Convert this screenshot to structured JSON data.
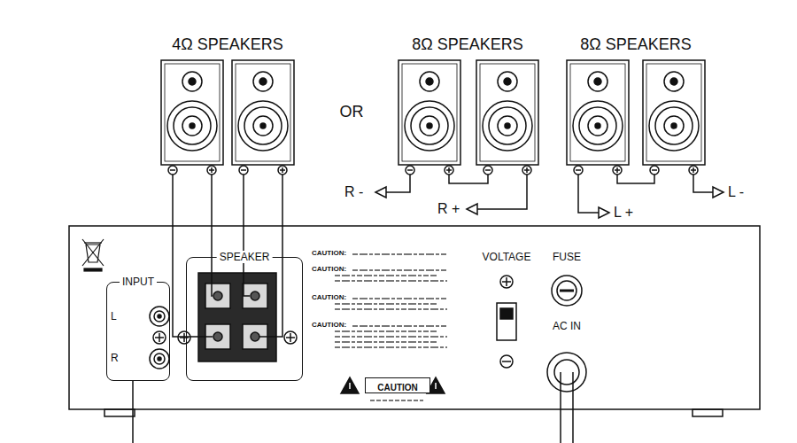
{
  "diagram": {
    "nodes": [
      {
        "text": [
          "INPUT"
        ]
      },
      {
        "text": [
          "SPEAKER"
        ]
      },
      {
        "text": [
          "CAUTION"
        ]
      }
    ],
    "labels": [
      "4Ω SPEAKERS",
      "OR",
      "8Ω SPEAKERS",
      "8Ω SPEAKERS",
      "R -",
      "R +",
      "L +",
      "L -",
      "L",
      "R",
      "CAUTION:",
      "CAUTION:",
      "CAUTION:",
      "CAUTION:",
      "VOLTAGE",
      "FUSE",
      "AC IN"
    ]
  }
}
